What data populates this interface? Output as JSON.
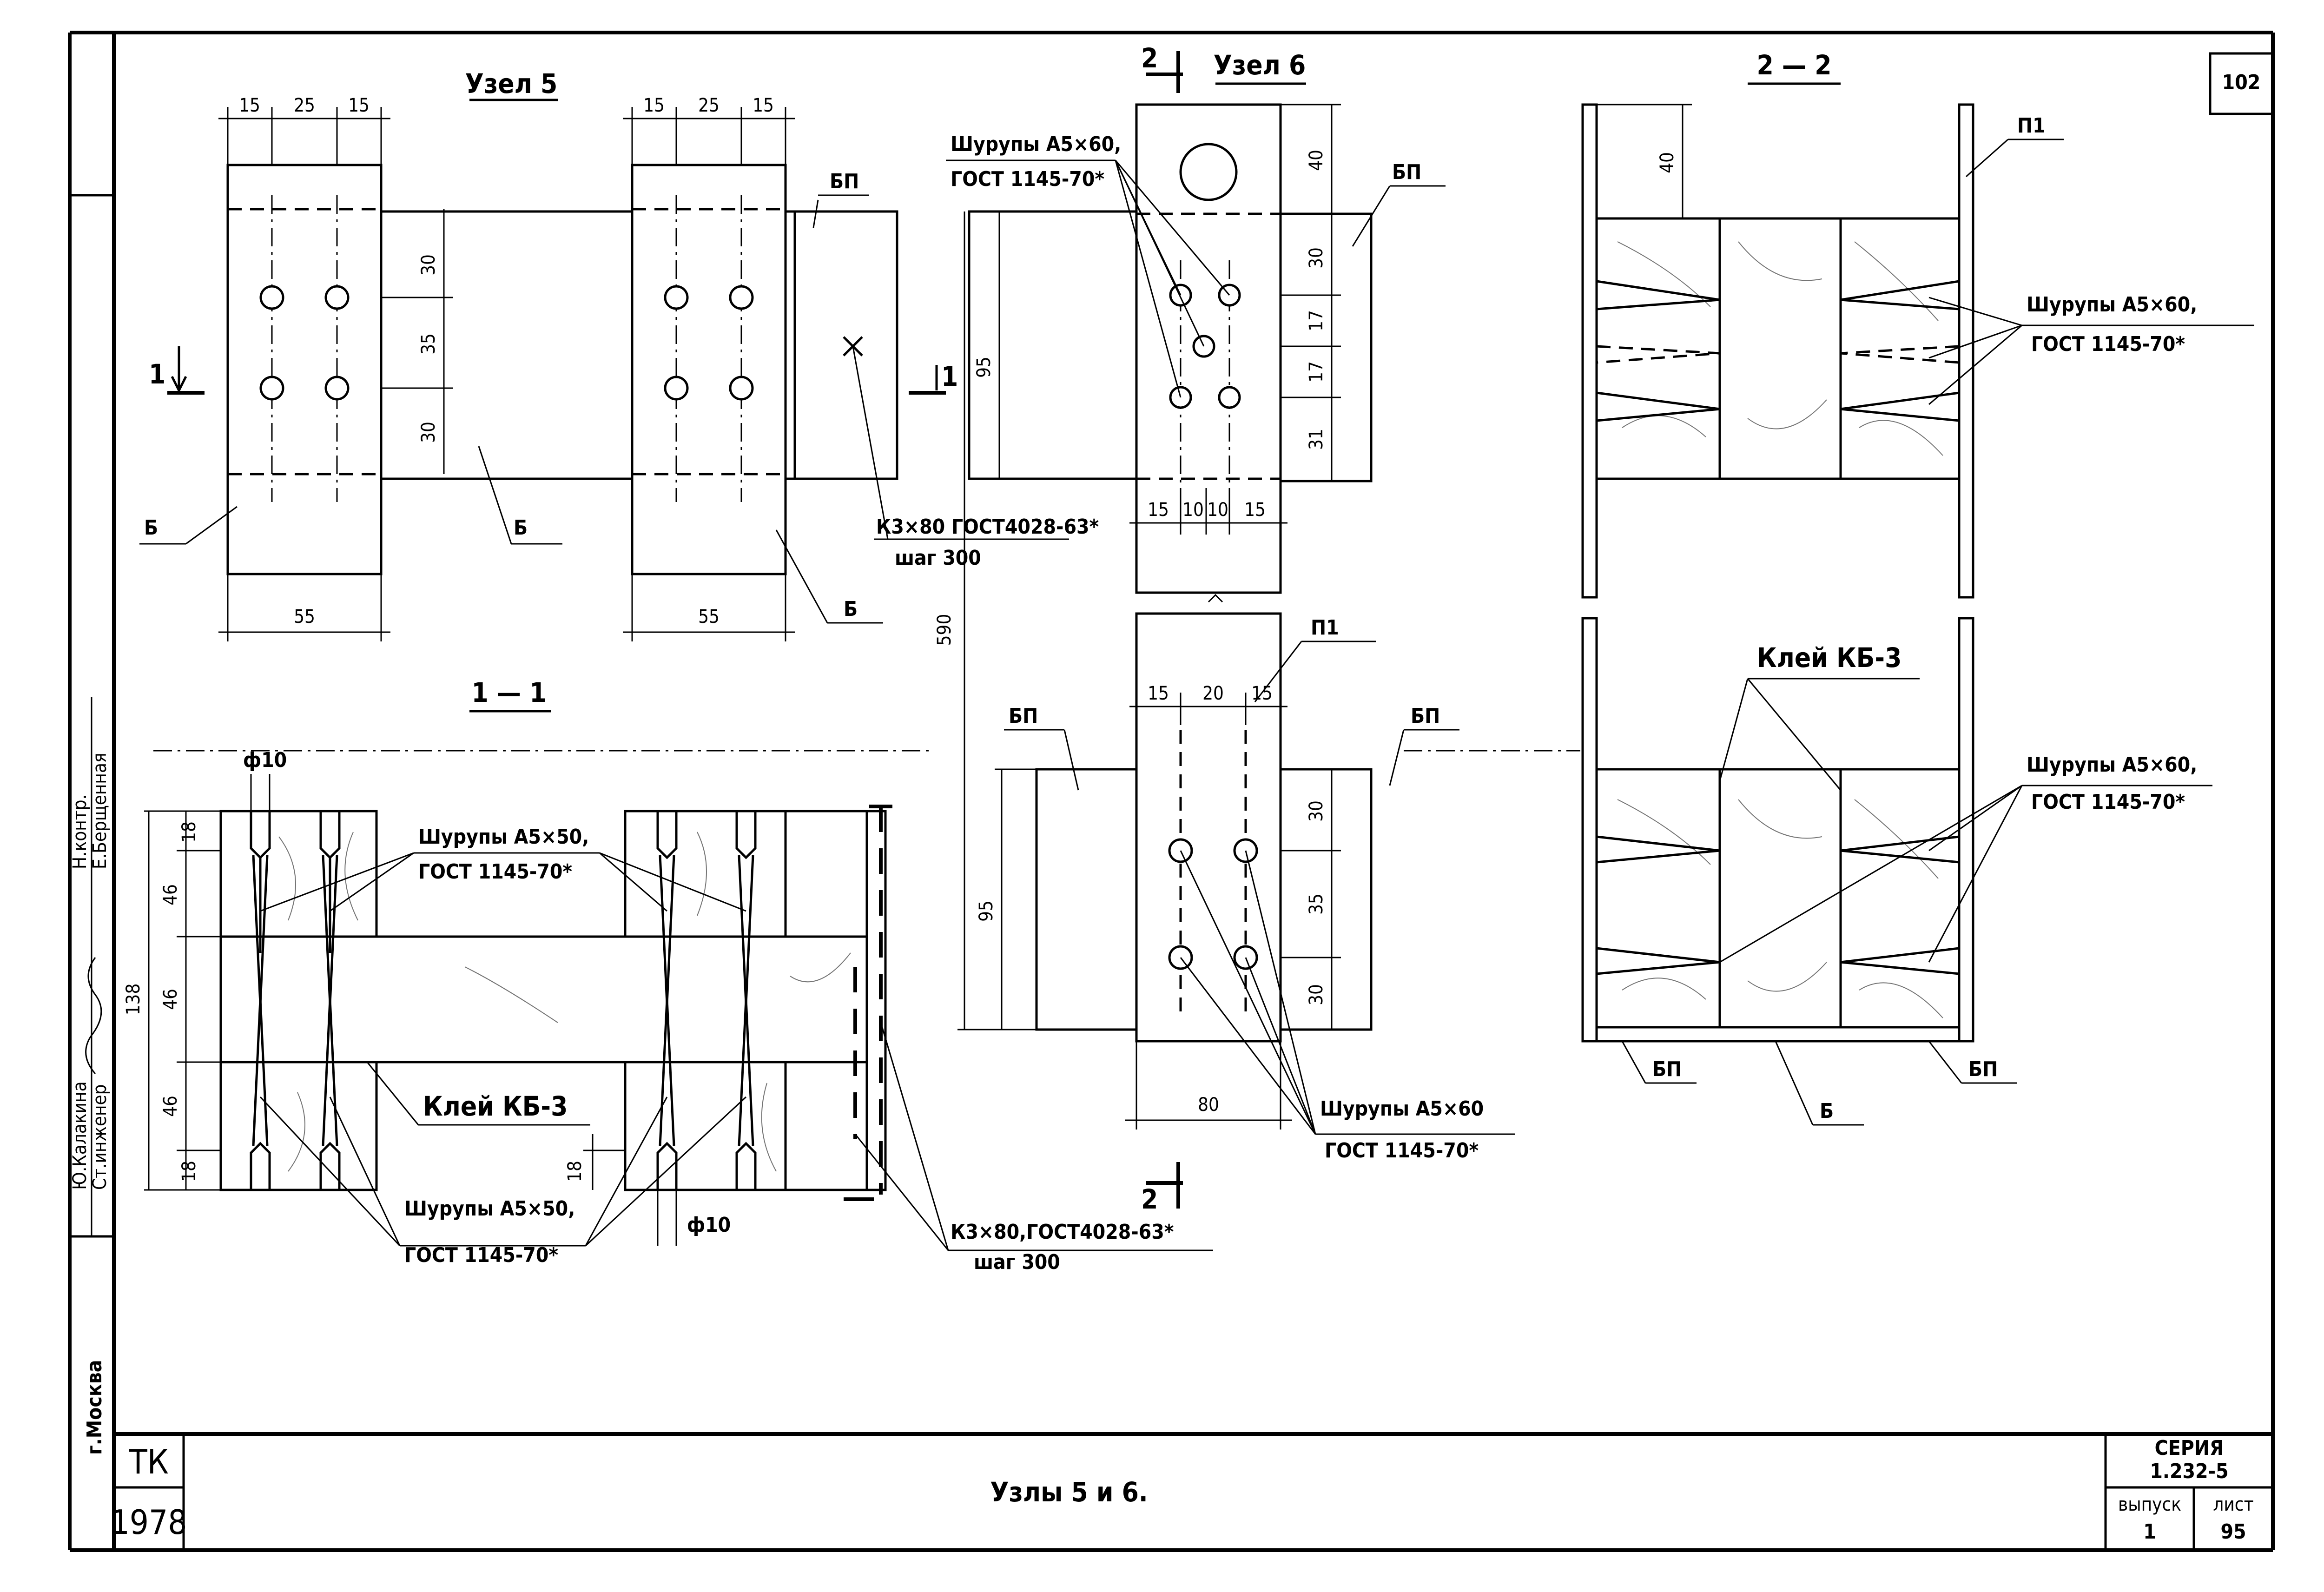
{
  "sheet": {
    "page_number": "102",
    "title": "Узлы 5 и 6.",
    "org_code": "ТК",
    "year": "1978",
    "city": "г.Москва",
    "series_label": "СЕРИЯ",
    "series_value": "1.232-5",
    "issue_label": "выпуск",
    "issue_value": "1",
    "sheet_label": "лист",
    "sheet_value": "95"
  },
  "side_stamp": {
    "role1": "Ст.инженер",
    "name1": "Е.Берщенная",
    "role2": "Н.контр.",
    "name2": "Ю.Калакина"
  },
  "node5": {
    "title": "Узел 5",
    "dims_top_left": [
      "15",
      "25",
      "15"
    ],
    "dims_top_right": [
      "15",
      "25",
      "15"
    ],
    "dims_vertical": [
      "30",
      "35",
      "30"
    ],
    "dims_bottom_left": "55",
    "dims_bottom_right": "55",
    "label_B": "Б",
    "label_BP": "БП",
    "section_mark": "1",
    "nail_label": "К3×80 ГОСТ4028-63*",
    "nail_step": "шаг 300"
  },
  "node6": {
    "title": "Узел 6",
    "section_mark": "2",
    "screws_label": "Шурупы А5×60,",
    "screws_gost": "ГОСТ 1145-70*",
    "dims_top_vertical": [
      "40",
      "30",
      "17",
      "17",
      "31"
    ],
    "dim_95_top": "95",
    "dims_mid_horizontal": [
      "15",
      "10",
      "10",
      "15"
    ],
    "dim_590": "590",
    "label_BP": "БП",
    "label_P1": "П1",
    "dims_lower_horizontal": [
      "15",
      "20",
      "15"
    ],
    "dims_lower_vertical": [
      "30",
      "35",
      "30"
    ],
    "dim_95_bottom": "95",
    "dim_80": "80",
    "screws_label2": "Шурупы А5×60",
    "screws_gost2": "ГОСТ 1145-70*"
  },
  "section11": {
    "title": "1 — 1",
    "dia": "ф10",
    "dia2": "ф10",
    "dims_left": [
      "18",
      "46",
      "46",
      "46",
      "18"
    ],
    "dim_total": "138",
    "dim_18": "18",
    "screws_label": "Шурупы А5×50,",
    "screws_gost": "ГОСТ 1145-70*",
    "glue_label": "Клей КБ-3",
    "screws_label2": "Шурупы А5×50,",
    "screws_gost2": "ГОСТ 1145-70*",
    "nail_label": "К3×80,ГОСТ4028-63*",
    "nail_step": "шаг 300"
  },
  "section22": {
    "title": "2 — 2",
    "label_P1": "П1",
    "dim_40": "40",
    "screws_label": "Шурупы А5×60,",
    "screws_gost": "ГОСТ 1145-70*",
    "glue_label": "Клей КБ-3",
    "screws_label2": "Шурупы А5×60,",
    "screws_gost2": "ГОСТ 1145-70*",
    "label_BP_left": "БП",
    "label_B": "Б",
    "label_BP_right": "БП"
  }
}
